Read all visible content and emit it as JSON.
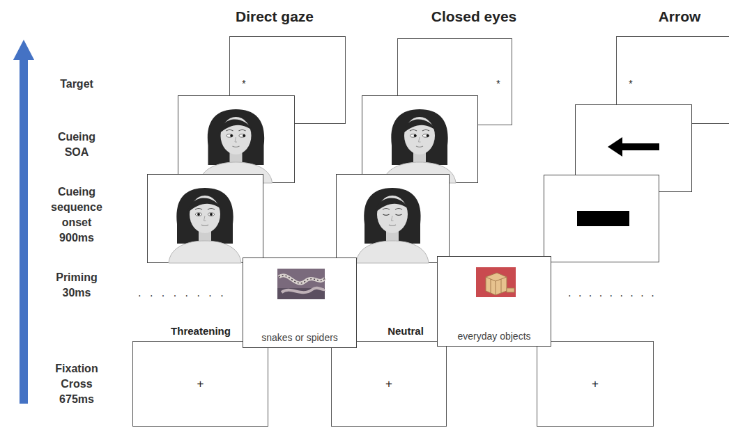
{
  "diagram": {
    "nodes": [
      {
        "text": [
          "*"
        ]
      },
      {
        "text": [
          "*"
        ]
      },
      {
        "text": [
          "*"
        ]
      },
      {
        "text": [
          "snakes or spiders"
        ]
      },
      {
        "text": [
          "everyday objects"
        ]
      },
      {
        "text": [
          "+"
        ]
      },
      {
        "text": [
          "+"
        ]
      },
      {
        "text": [
          "+"
        ]
      }
    ],
    "labels": [
      "Direct gaze",
      "Closed eyes",
      "Arrow",
      "Target",
      "Cueing SOA",
      "Cueing sequence onset 900ms",
      "Priming 30ms",
      "Fixation Cross 675ms",
      "Threatening",
      "Neutral",
      ". . . . . . . .",
      ". . . . . . . . ."
    ]
  }
}
